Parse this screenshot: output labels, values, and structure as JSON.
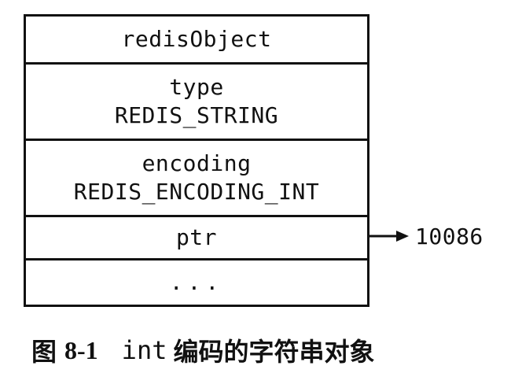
{
  "struct": {
    "title": "redisObject",
    "type_label": "type",
    "type_value": "REDIS_STRING",
    "encoding_label": "encoding",
    "encoding_value": "REDIS_ENCODING_INT",
    "ptr_label": "ptr",
    "more": "..."
  },
  "pointer": {
    "target_value": "10086"
  },
  "caption": {
    "prefix": "图",
    "number": "8-1",
    "code": "int",
    "text": "编码的字符串对象"
  }
}
